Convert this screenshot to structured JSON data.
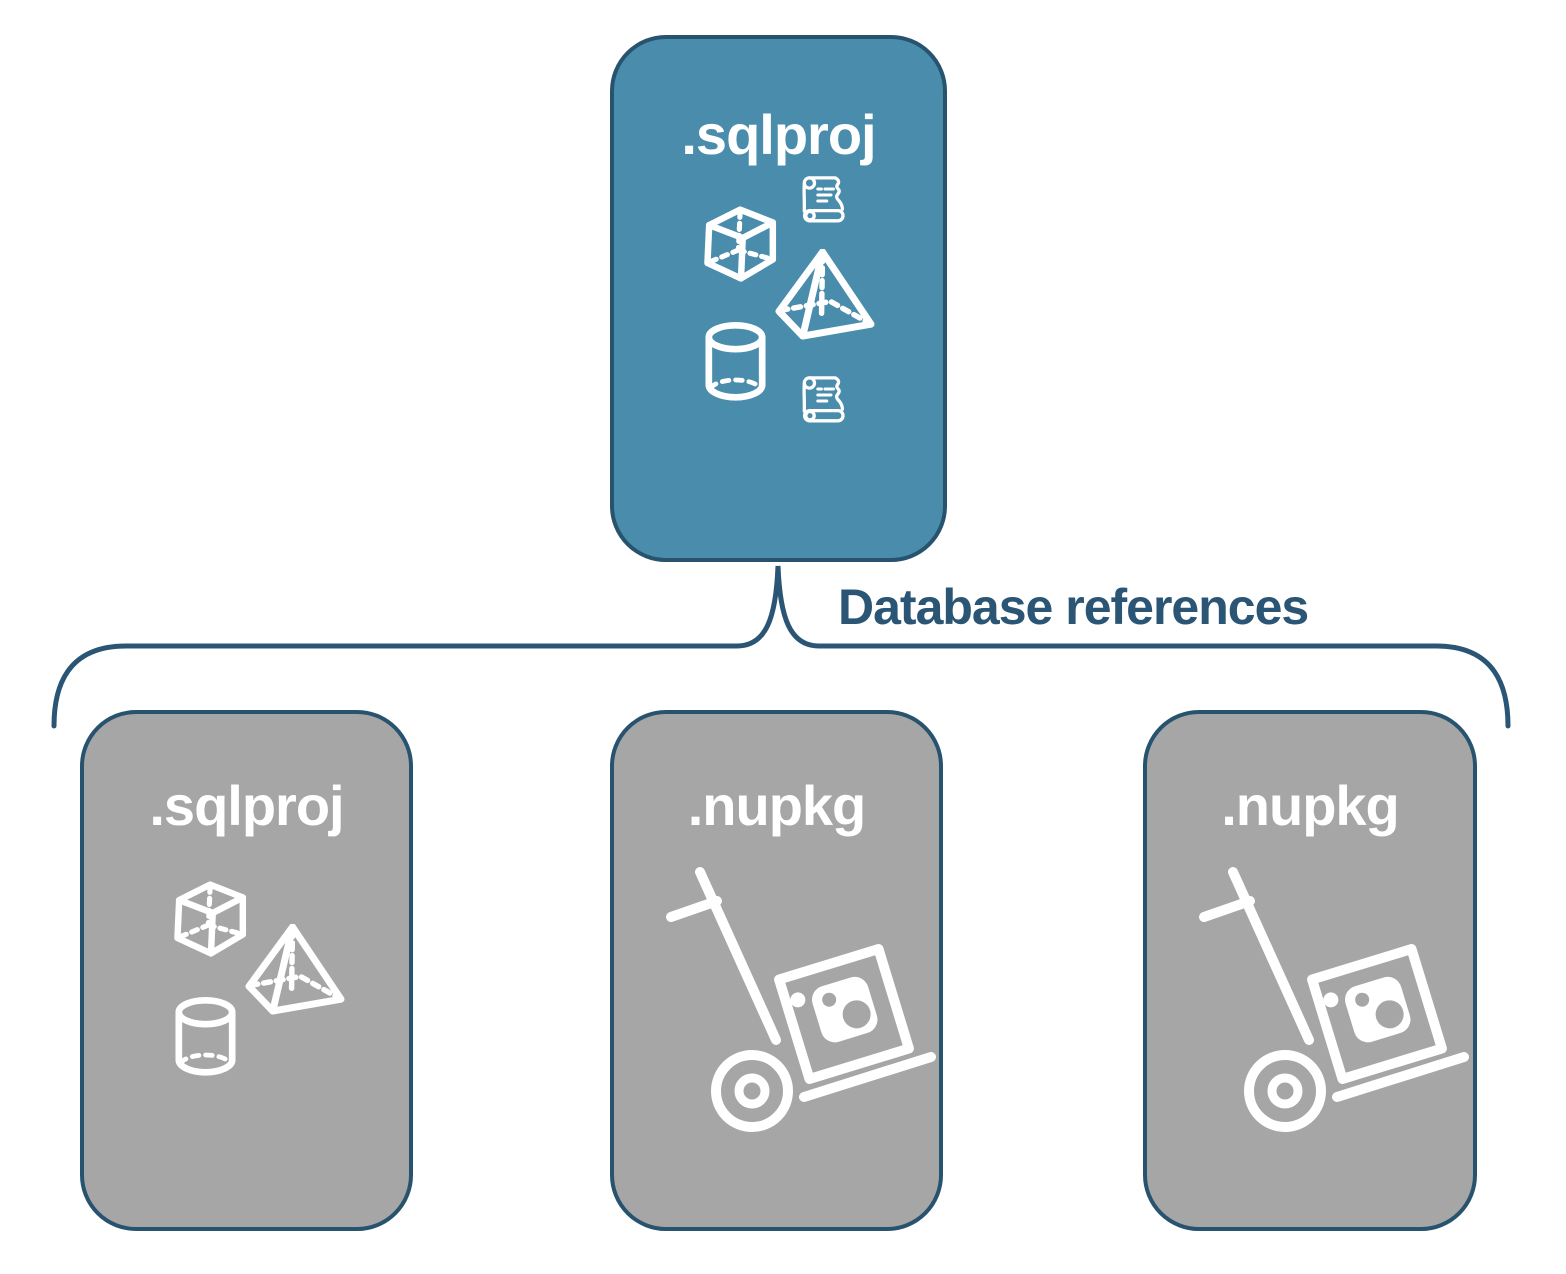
{
  "diagram": {
    "root_card": {
      "label": ".sqlproj",
      "icons": [
        "cube-icon",
        "scroll-icon",
        "pyramid-icon",
        "cylinder-icon",
        "scroll-icon"
      ]
    },
    "connector": {
      "label": "Database references"
    },
    "child_cards": [
      {
        "label": ".sqlproj",
        "icons": [
          "cube-icon",
          "pyramid-icon",
          "cylinder-icon"
        ]
      },
      {
        "label": ".nupkg",
        "icons": [
          "hand-truck-package-icon"
        ]
      },
      {
        "label": ".nupkg",
        "icons": [
          "hand-truck-package-icon"
        ]
      }
    ],
    "colors": {
      "root_card_fill": "#4A8CAC",
      "child_card_fill": "#A6A6A6",
      "card_border": "#28536F",
      "connector_stroke": "#2B5574",
      "connector_label_text": "#2B5574",
      "icon_and_title_color": "#FFFFFF",
      "background": "#FFFFFF"
    }
  }
}
